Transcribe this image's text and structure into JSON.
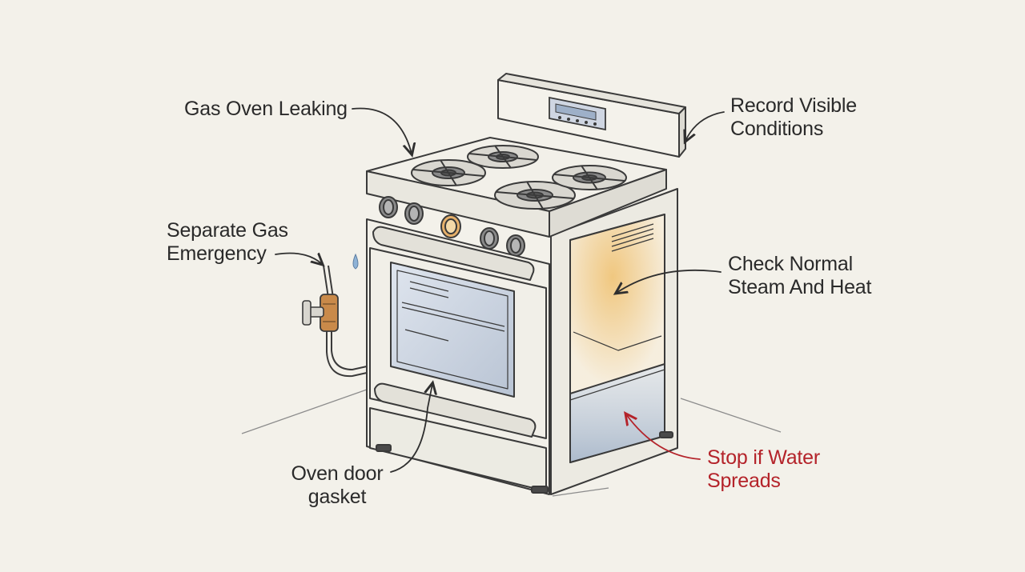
{
  "labels": {
    "gas_leak": {
      "lines": [
        "Gas Oven Leaking"
      ]
    },
    "record": {
      "lines": [
        "Record Visible",
        "Conditions"
      ]
    },
    "separate": {
      "lines": [
        "Separate Gas",
        "Emergency"
      ]
    },
    "steam": {
      "lines": [
        "Check Normal",
        "Steam And Heat"
      ]
    },
    "gasket": {
      "lines": [
        "Oven door",
        "gasket"
      ]
    },
    "water": {
      "lines": [
        "Stop if Water",
        "Spreads"
      ]
    }
  },
  "colors": {
    "background": "#f3f1ea",
    "ink": "#2f2f2f",
    "warning": "#b4232a",
    "heat_glow": "#f0c57a",
    "water_tint": "#aab8cc",
    "valve_brass": "#c98a4a"
  }
}
